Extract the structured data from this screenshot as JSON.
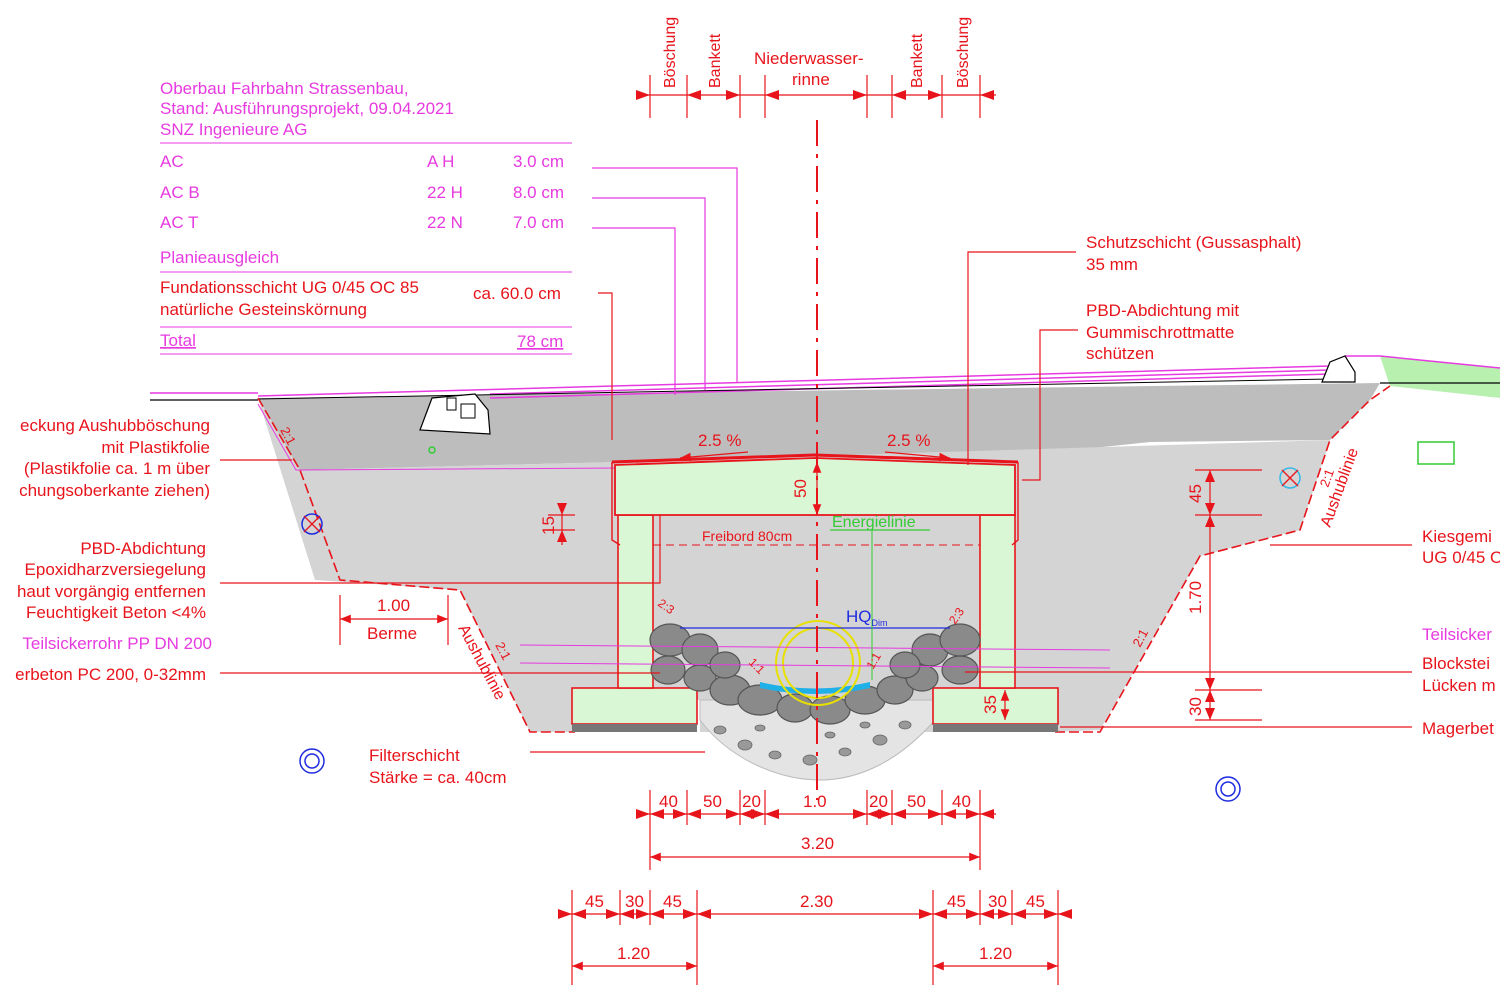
{
  "colors": {
    "magenta": "#e73ae0",
    "red": "#e8141b",
    "green": "#33cc33",
    "blue": "#1f2be0",
    "cyan": "#33b8e6",
    "water": "#20b0e8",
    "ground": "#d4d4d4",
    "ground_dark": "#bdbdbd",
    "concrete": "#d9f7d4",
    "rock": "#8a8a8a",
    "black": "#000000"
  },
  "layer_table": {
    "header": [
      "Oberbau Fahrbahn Strassenbau,",
      "Stand: Ausführungsprojekt, 09.04.2021",
      "SNZ Ingenieure AG"
    ],
    "rows": [
      {
        "name": "AC",
        "type": "A H",
        "thickness": "3.0 cm"
      },
      {
        "name": "AC B",
        "type": "22 H",
        "thickness": "8.0 cm"
      },
      {
        "name": "AC T",
        "type": "22 N",
        "thickness": "7.0 cm"
      }
    ],
    "planie": "Planieausgleich",
    "foundation": [
      "Fundationsschicht UG 0/45 OC 85",
      "natürliche Gesteinskörnung"
    ],
    "foundation_thickness": "ca. 60.0 cm",
    "total_label": "Total",
    "total_value": "78 cm"
  },
  "top_labels": {
    "boeschung": "Böschung",
    "bankett": "Bankett",
    "niederwasser": [
      "Niederwasser-",
      "rinne"
    ]
  },
  "right_notes": {
    "schutz": [
      "Schutzschicht (Gussasphalt)",
      "35 mm"
    ],
    "pbd_top": [
      "PBD-Abdichtung mit",
      "Gummischrottmatte",
      "schützen"
    ],
    "kies": [
      "Kiesgemi",
      "UG 0/45 O"
    ],
    "teilsicker": "Teilsicker",
    "blockstein": [
      "Blockstei",
      "Lücken m"
    ],
    "mager": "Magerbet"
  },
  "left_notes": {
    "abdeckung": [
      "eckung Aushubböschung",
      "mit Plastikfolie",
      "(Plastikfolie ca. 1 m über",
      "chungsoberkante ziehen)"
    ],
    "pbd": [
      "PBD-Abdichtung",
      "Epoxidharzversiegelung",
      "haut vorgängig entfernen",
      "Feuchtigkeit Beton <4%"
    ],
    "teilsicker": "Teilsickerrohr PP DN 200",
    "mager": "erbeton PC 200, 0-32mm",
    "berme_value": "1.00",
    "berme_label": "Berme"
  },
  "section_labels": {
    "slope_left": "2.5 %",
    "slope_right": "2.5 %",
    "energielinie": "Energielinie",
    "freibord": "Freibord 80cm",
    "hq_main": "HQ",
    "hq_sub": "Dim",
    "aushublinie": "Aushublinie",
    "ratio_21": "2:1",
    "ratio_23": "2:3",
    "ratio_11": "1:1",
    "filter": [
      "Filterschicht",
      "Stärke = ca. 40cm"
    ]
  },
  "dimensions": {
    "slab": "50",
    "left_15": "15",
    "right_45": "45",
    "right_170": "1.70",
    "right_30": "30",
    "footing_35": "35",
    "row1": [
      "40",
      "50",
      "20",
      "1.0",
      "20",
      "50",
      "40"
    ],
    "total_320": "3.20",
    "row2": [
      "45",
      "30",
      "45",
      "2.30",
      "45",
      "30",
      "45"
    ],
    "sub_left": "1.20",
    "sub_right": "1.20"
  }
}
